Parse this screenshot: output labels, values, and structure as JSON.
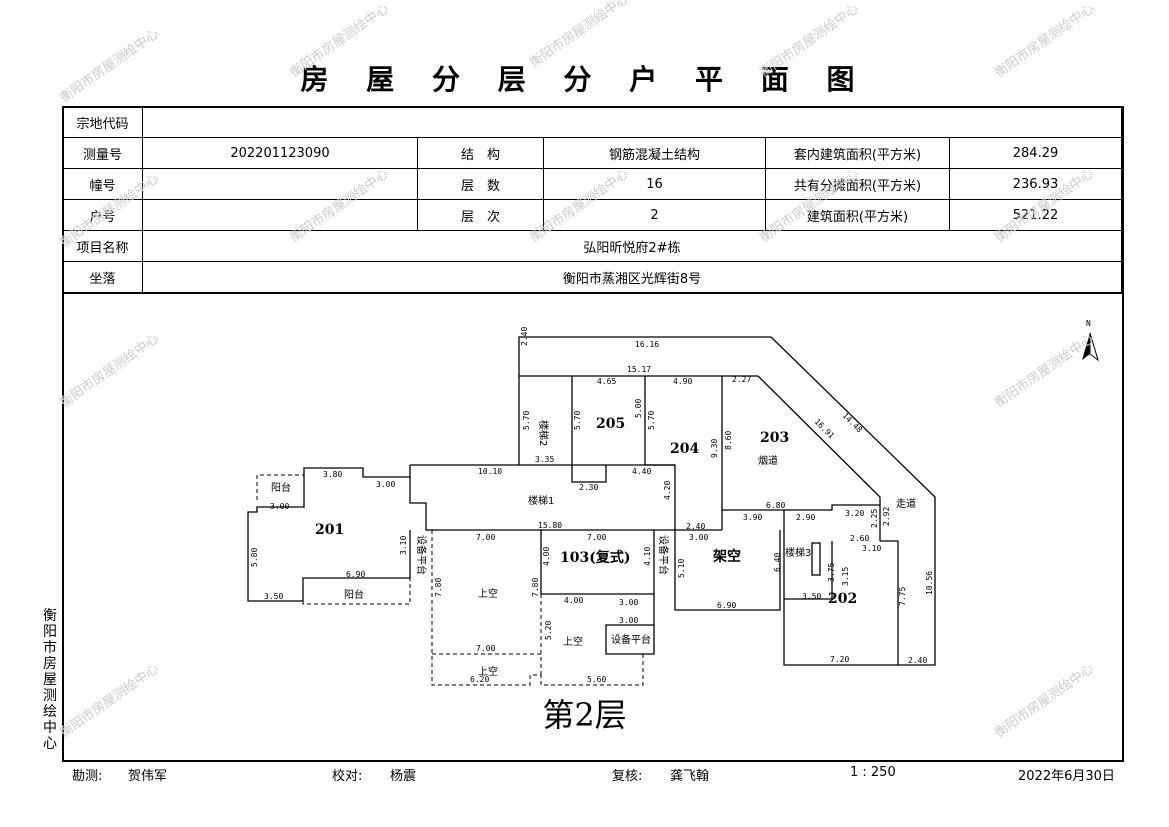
{
  "title": "房 屋 分 层 分 户 平 面 图",
  "watermark": "衡阳市房屋测绘中心",
  "info": {
    "parcel_code_label": "宗地代码",
    "parcel_code": "",
    "survey_no_label": "测量号",
    "survey_no": "202201123090",
    "structure_label": "结　构",
    "structure": "钢筋混凝土结构",
    "inner_area_label": "套内建筑面积(平方米)",
    "inner_area": "284.29",
    "building_no_label": "幢号",
    "building_no": "",
    "floors_label": "层　数",
    "floors": "16",
    "shared_area_label": "共有分摊面积(平方米)",
    "shared_area": "236.93",
    "unit_no_label": "户号",
    "unit_no": "",
    "floor_label": "层　次",
    "floor": "2",
    "total_area_label": "建筑面积(平方米)",
    "total_area": "521.22",
    "project_label": "项目名称",
    "project": "弘阳昕悦府2#栋",
    "location_label": "坐落",
    "location": "衡阳市蒸湘区光辉街8号"
  },
  "plan": {
    "rooms": [
      "201",
      "202",
      "203",
      "204",
      "205",
      "103(复式)",
      "架空"
    ],
    "labels": [
      "楼梯1",
      "楼梯2",
      "楼梯3",
      "上空",
      "上空",
      "上空",
      "阳台",
      "阳台",
      "走道",
      "设备平台",
      "设备平台",
      "设备平台",
      "烟道"
    ],
    "dims": [
      "16.16",
      "15.17",
      "4.65",
      "4.90",
      "2.27",
      "2.40",
      "5.70",
      "5.70",
      "5.70",
      "5.00",
      "3.35",
      "10.10",
      "4.40",
      "2.30",
      "4.20",
      "15.80",
      "7.00",
      "7.00",
      "3.80",
      "3.00",
      "3.00",
      "5.80",
      "3.10",
      "6.90",
      "3.50",
      "7.80",
      "7.80",
      "4.00",
      "4.10",
      "4.00",
      "3.00",
      "3.00",
      "5.20",
      "7.00",
      "6.20",
      "5.60",
      "2.40",
      "3.00",
      "5.10",
      "6.90",
      "9.30",
      "8.60",
      "6.80",
      "3.90",
      "2.90",
      "3.20",
      "2.60",
      "3.10",
      "2.25",
      "2.92",
      "10.56",
      "6.40",
      "3.75",
      "3.15",
      "3.50",
      "7.75",
      "7.20",
      "2.40",
      "16.91",
      "14.48"
    ],
    "north": "N",
    "floor_title": "第2层"
  },
  "side_text": "衡阳市房屋测绘中心",
  "footer": {
    "surveyor_label": "勘测:",
    "surveyor": "贺伟军",
    "checker_label": "校对:",
    "checker": "杨震",
    "reviewer_label": "复核:",
    "reviewer": "龚飞翰",
    "scale": "1 : 250",
    "date": "2022年6月30日"
  }
}
